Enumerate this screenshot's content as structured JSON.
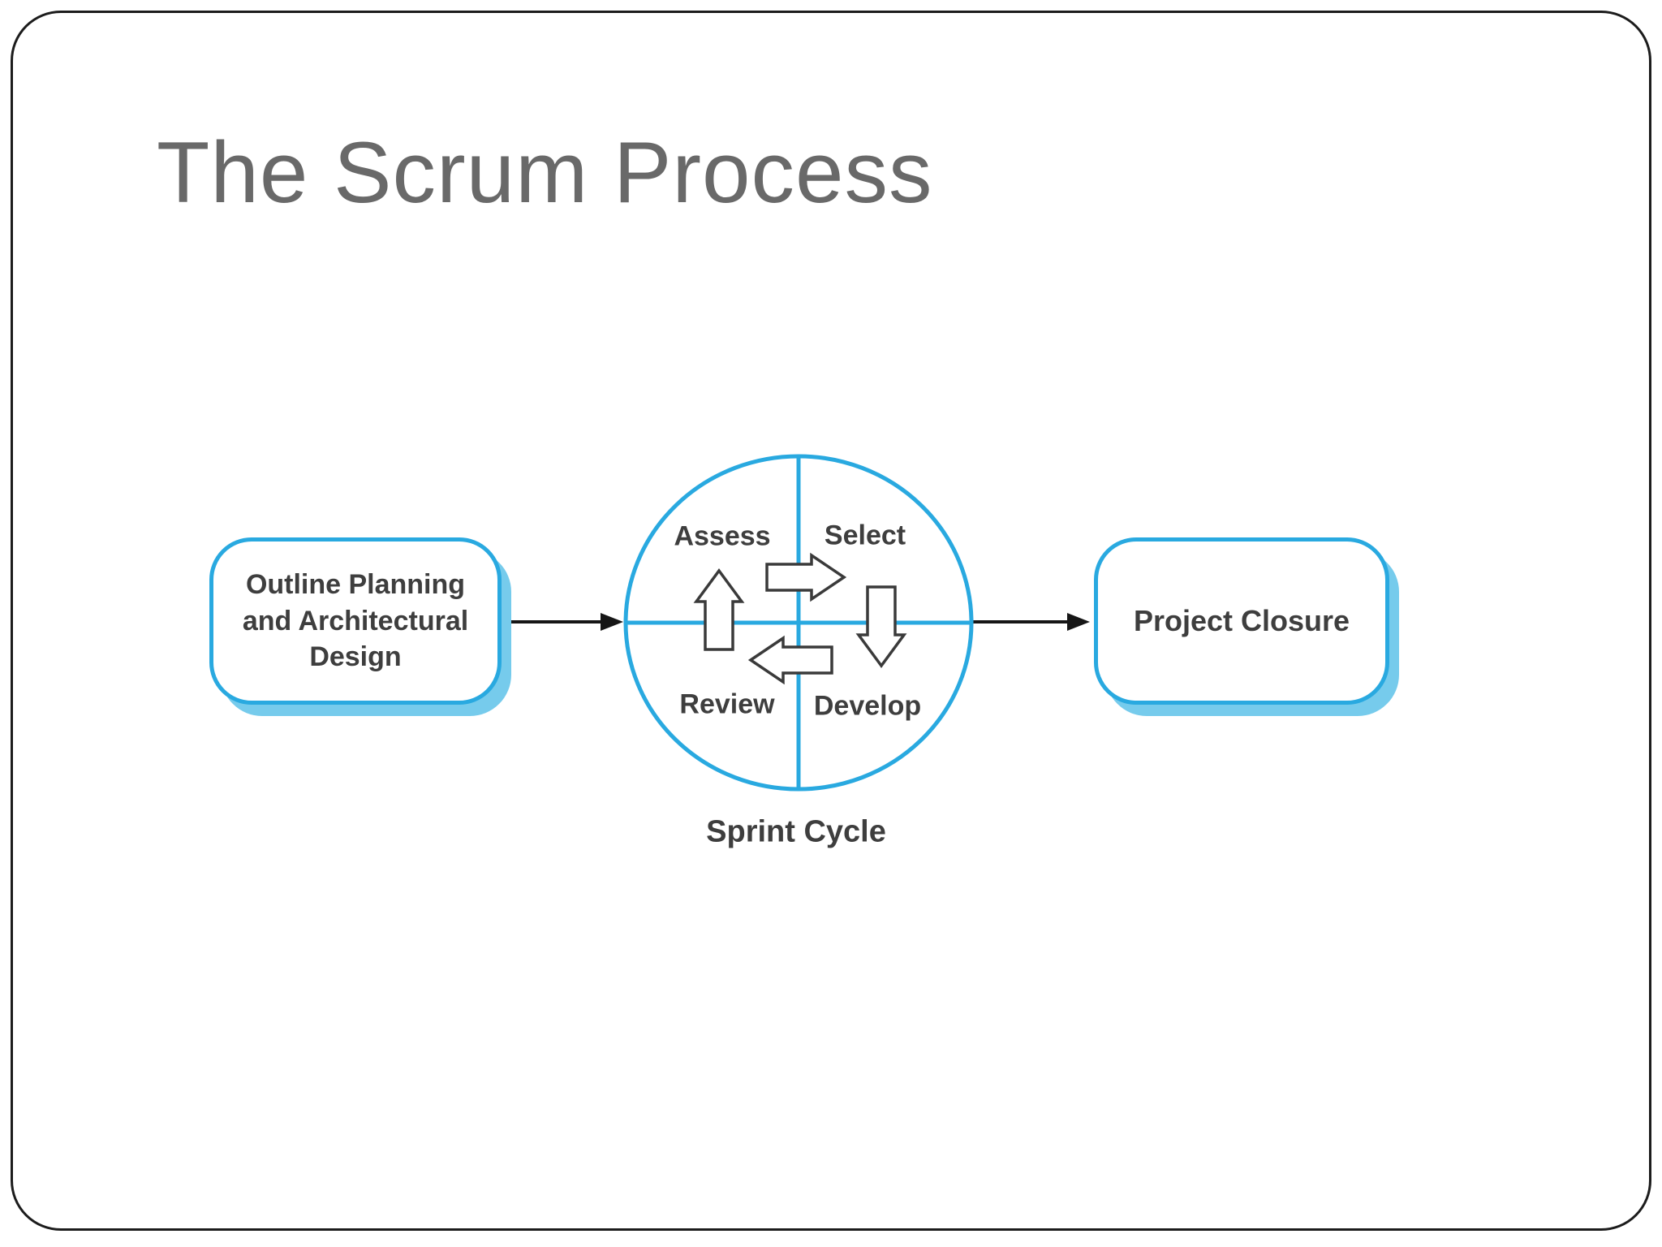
{
  "slide": {
    "title": "The Scrum Process"
  },
  "diagram": {
    "left_box": {
      "label": "Outline Planning and Architectural Design"
    },
    "right_box": {
      "label": "Project Closure"
    },
    "sprint_cycle": {
      "caption": "Sprint Cycle",
      "quadrants": [
        {
          "label": "Assess"
        },
        {
          "label": "Select"
        },
        {
          "label": "Review"
        },
        {
          "label": "Develop"
        }
      ],
      "cycle_arrows": [
        "up",
        "right",
        "down",
        "left"
      ]
    },
    "colors": {
      "accent_cyan": "#29a9e0",
      "shadow_cyan": "#76cbec",
      "text_dark": "#3e3e3e",
      "title_gray": "#696969",
      "frame_border": "#1c1c1c"
    }
  }
}
